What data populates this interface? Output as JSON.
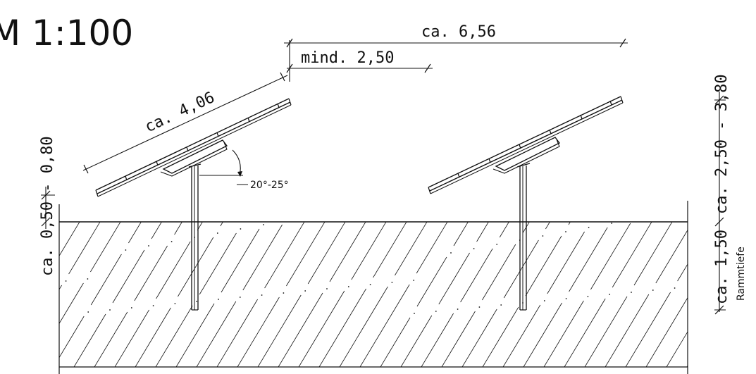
{
  "scale_label": "M 1:100",
  "dimensions": {
    "row_spacing": "ca. 6,56",
    "min_gap": "mind. 2,50",
    "table_length": "ca. 4,06",
    "tilt_angle": "20°-25°",
    "ground_clearance": "ca. 0,50 - 0,80",
    "table_height": "ca. 2,50 - 3,80",
    "ram_depth_value": "ca. 1,50",
    "ram_depth_label": "Rammtiefe"
  },
  "colors": {
    "line": "#111111",
    "background": "#ffffff"
  }
}
